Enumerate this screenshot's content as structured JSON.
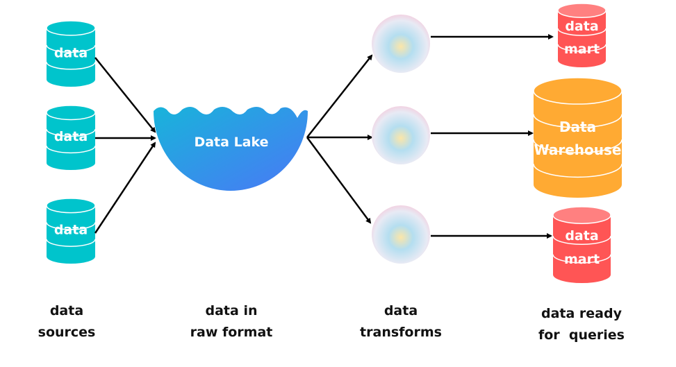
{
  "colors": {
    "source": "#00C4CC",
    "lake_start": "#1AAEDC",
    "lake_end": "#457CF4",
    "mart": "#FF5555",
    "mart_top": "#FF8080",
    "warehouse": "#FFAA33"
  },
  "sources": [
    {
      "label": "data"
    },
    {
      "label": "data"
    },
    {
      "label": "data"
    }
  ],
  "lake": {
    "label": "Data Lake"
  },
  "marts": [
    {
      "line1": "data",
      "line2": "mart"
    },
    {
      "line1": "data",
      "line2": "mart"
    }
  ],
  "warehouse": {
    "line1": "Data",
    "line2": "Warehouse"
  },
  "captions": {
    "sources": [
      "data",
      "sources"
    ],
    "raw": [
      "data in",
      "raw format"
    ],
    "transforms": [
      "data",
      "transforms"
    ],
    "ready": [
      "data ready",
      "for  queries"
    ]
  }
}
